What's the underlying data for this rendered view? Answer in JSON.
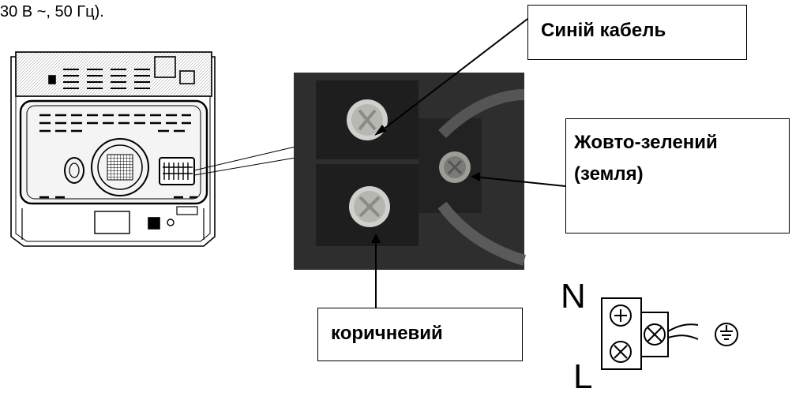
{
  "header_fragment": "30 В ~, 50 Гц).",
  "callouts": {
    "blue_cable": "Синій кабель",
    "yellow_green_line1": "Жовто-зелений",
    "yellow_green_line2": "(земля)",
    "brown": "коричневий"
  },
  "terminal_diagram": {
    "neutral_letter": "N",
    "live_letter": "L"
  },
  "colors": {
    "photo_background": "#2e2e2e",
    "line": "#000000"
  }
}
